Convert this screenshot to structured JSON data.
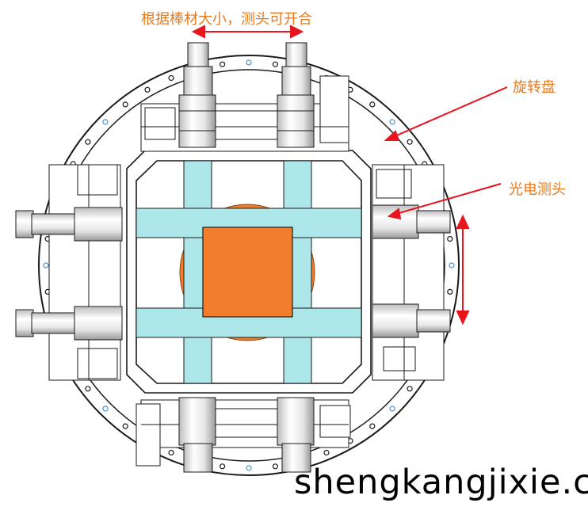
{
  "labels": {
    "top_note": "根据棒材大小，测头可开合",
    "rotary_disk": "旋转盘",
    "photo_probe": "光电测头"
  },
  "watermark": "shengkangjixie.c",
  "colors": {
    "label_text": "#e87a1e",
    "arrow": "#e8141e",
    "bar_fill": "#ade6e8",
    "workpiece": "#f27d2c",
    "line": "#1a1a1a",
    "hole": "#4a8fd6"
  }
}
